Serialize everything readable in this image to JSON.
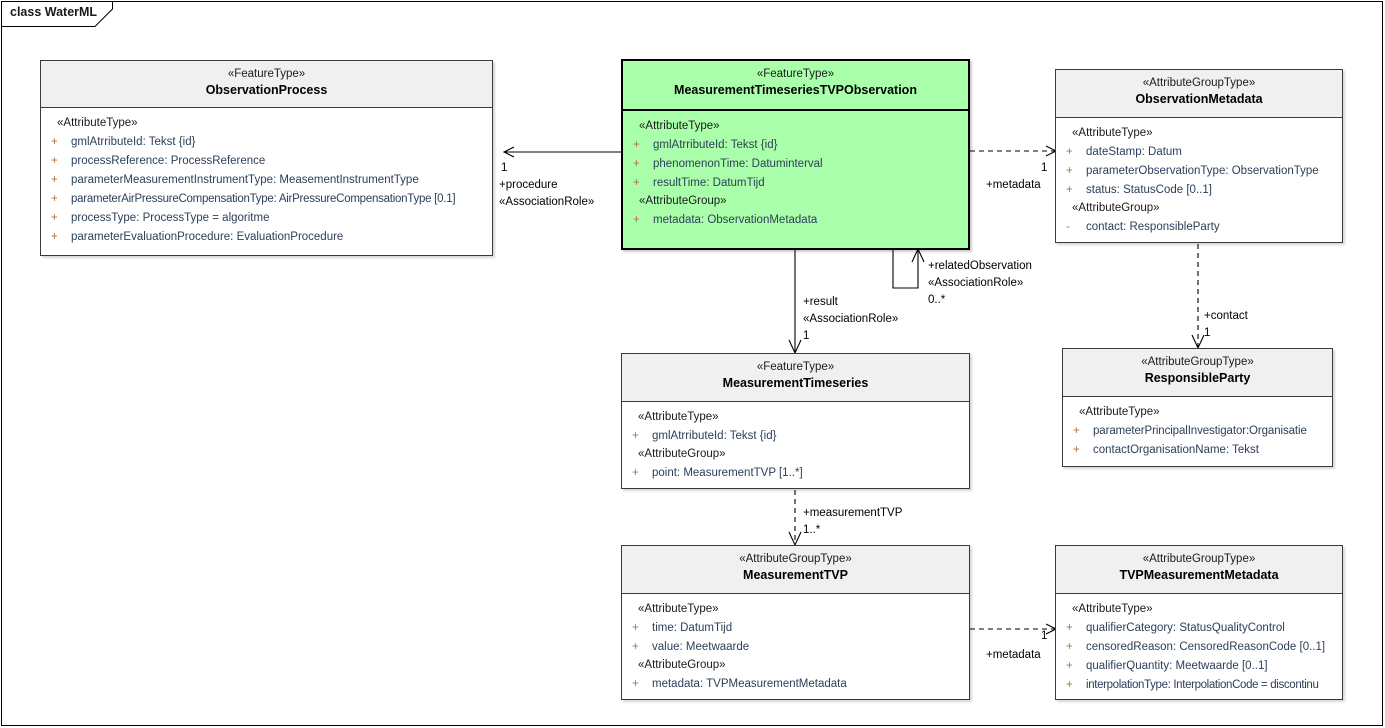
{
  "diagram": {
    "frame_label": "class WaterML",
    "type": "uml-class-diagram",
    "accent_color": "#aaffaa",
    "header_color": "#f0f0f0",
    "attribute_text_color": "#2d4059",
    "visibility_color": "#b07030"
  },
  "classes": [
    {
      "id": "observation-process",
      "stereotype": "«FeatureType»",
      "name": "ObservationProcess",
      "highlight": false,
      "sections": [
        {
          "group": "«AttributeType»",
          "attributes": [
            {
              "vis": "+",
              "text": "gmlAtrributeId: Tekst {id}"
            },
            {
              "vis": "+",
              "text": "processReference: ProcessReference"
            },
            {
              "vis": "+",
              "text": "parameterMeasurementInstrumentType: MeasementInstrumentType"
            },
            {
              "vis": "+",
              "text": "parameterAirPressureCompensationType: AirPressureCompensationType [0.1]"
            },
            {
              "vis": "+",
              "text": "processType: ProcessType = algoritme"
            },
            {
              "vis": "+",
              "text": "parameterEvaluationProcedure: EvaluationProcedure"
            }
          ]
        }
      ]
    },
    {
      "id": "measurement-timeseries-tvp-observation",
      "stereotype": "«FeatureType»",
      "name": "MeasurementTimeseriesTVPObservation",
      "highlight": true,
      "sections": [
        {
          "group": "«AttributeType»",
          "attributes": [
            {
              "vis": "+",
              "text": "gmlAtrributeId: Tekst {id}"
            },
            {
              "vis": "+",
              "text": "phenomenonTime: Datuminterval"
            },
            {
              "vis": "+",
              "text": "resultTime: DatumTijd"
            }
          ]
        },
        {
          "group": "«AttributeGroup»",
          "attributes": [
            {
              "vis": "+",
              "text": "metadata: ObservationMetadata"
            }
          ]
        }
      ]
    },
    {
      "id": "observation-metadata",
      "stereotype": "«AttributeGroupType»",
      "name": "ObservationMetadata",
      "highlight": false,
      "sections": [
        {
          "group": "«AttributeType»",
          "attributes": [
            {
              "vis": "+",
              "text": "dateStamp: Datum"
            },
            {
              "vis": "+",
              "text": "parameterObservationType: ObservationType"
            },
            {
              "vis": "+",
              "text": "status: StatusCode [0..1]"
            }
          ]
        },
        {
          "group": "«AttributeGroup»",
          "attributes": [
            {
              "vis": "-",
              "text": "contact: ResponsibleParty"
            }
          ]
        }
      ]
    },
    {
      "id": "measurement-timeseries",
      "stereotype": "«FeatureType»",
      "name": "MeasurementTimeseries",
      "highlight": false,
      "sections": [
        {
          "group": "«AttributeType»",
          "attributes": [
            {
              "vis": "+",
              "text": "gmlAtrributeId: Tekst {id}"
            }
          ]
        },
        {
          "group": "«AttributeGroup»",
          "attributes": [
            {
              "vis": "+",
              "text": "point: MeasurementTVP [1..*]"
            }
          ]
        }
      ]
    },
    {
      "id": "responsible-party",
      "stereotype": "«AttributeGroupType»",
      "name": "ResponsibleParty",
      "highlight": false,
      "sections": [
        {
          "group": "«AttributeType»",
          "attributes": [
            {
              "vis": "+",
              "text": "parameterPrincipalInvestigator:Organisatie"
            },
            {
              "vis": "+",
              "text": "contactOrganisationName: Tekst"
            }
          ]
        }
      ]
    },
    {
      "id": "measurement-tvp",
      "stereotype": "«AttributeGroupType»",
      "name": "MeasurementTVP",
      "highlight": false,
      "sections": [
        {
          "group": "«AttributeType»",
          "attributes": [
            {
              "vis": "+",
              "text": "time: DatumTijd"
            },
            {
              "vis": "+",
              "text": "value: Meetwaarde"
            }
          ]
        },
        {
          "group": "«AttributeGroup»",
          "attributes": [
            {
              "vis": "+",
              "text": "metadata: TVPMeasurementMetadata"
            }
          ]
        }
      ]
    },
    {
      "id": "tvp-measurement-metadata",
      "stereotype": "«AttributeGroupType»",
      "name": "TVPMeasurementMetadata",
      "highlight": false,
      "sections": [
        {
          "group": "«AttributeType»",
          "attributes": [
            {
              "vis": "+",
              "text": "qualifierCategory: StatusQualityControl"
            },
            {
              "vis": "+",
              "text": "censoredReason: CensoredReasonCode [0..1]"
            },
            {
              "vis": "+",
              "text": "qualifierQuantity: Meetwaarde [0..1]"
            },
            {
              "vis": "+",
              "text": "interpolationType: InterpolationCode = discontinu"
            }
          ]
        }
      ]
    }
  ],
  "connectors": [
    {
      "id": "procedure",
      "from": "measurement-timeseries-tvp-observation",
      "to": "observation-process",
      "style": "association-arrow",
      "target_mult": "1",
      "role": "+procedure",
      "role_stereotype": "«AssociationRole»"
    },
    {
      "id": "metadata-observation",
      "from": "measurement-timeseries-tvp-observation",
      "to": "observation-metadata",
      "style": "dependency",
      "target_mult": "1",
      "role": "+metadata",
      "role_stereotype": ""
    },
    {
      "id": "related-observation",
      "from": "measurement-timeseries-tvp-observation",
      "to": "measurement-timeseries-tvp-observation",
      "style": "self-association",
      "target_mult": "0..*",
      "role": "+relatedObservation",
      "role_stereotype": "«AssociationRole»"
    },
    {
      "id": "result",
      "from": "measurement-timeseries-tvp-observation",
      "to": "measurement-timeseries",
      "style": "association-arrow",
      "target_mult": "1",
      "role": "+result",
      "role_stereotype": "«AssociationRole»"
    },
    {
      "id": "contact",
      "from": "observation-metadata",
      "to": "responsible-party",
      "style": "dependency",
      "target_mult": "1",
      "role": "+contact",
      "role_stereotype": ""
    },
    {
      "id": "measurement-tvp-link",
      "from": "measurement-timeseries",
      "to": "measurement-tvp",
      "style": "dependency",
      "target_mult": "1..*",
      "role": "+measurementTVP",
      "role_stereotype": ""
    },
    {
      "id": "metadata-tvp",
      "from": "measurement-tvp",
      "to": "tvp-measurement-metadata",
      "style": "dependency",
      "target_mult": "1",
      "role": "+metadata",
      "role_stereotype": ""
    }
  ]
}
